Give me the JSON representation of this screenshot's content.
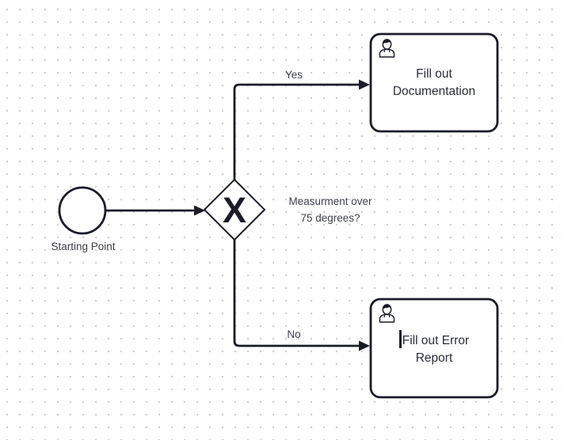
{
  "canvas": {
    "background_color": "#ffffff",
    "grid_dot_color": "#cfd0d6",
    "stroke_color": "#1a1c28",
    "edge_label_color": "#3e4049",
    "task_text_color": "#2a2d38"
  },
  "nodes": {
    "start_event": {
      "type": "start-event",
      "label": "Starting Point"
    },
    "gateway": {
      "type": "exclusive-gateway",
      "symbol": "X",
      "label_line1": "Measurment over",
      "label_line2": "75 degrees?"
    },
    "task_documentation": {
      "type": "user-task",
      "line1": "Fill out",
      "line2": "Documentation",
      "icon": "user-icon"
    },
    "task_error_report": {
      "type": "user-task",
      "line1": "Fill out Error",
      "line2": "Report",
      "icon": "user-icon",
      "text_cursor_visible": true
    }
  },
  "edges": {
    "start_to_gateway": {
      "label": ""
    },
    "yes_branch": {
      "label": "Yes"
    },
    "no_branch": {
      "label": "No"
    }
  }
}
